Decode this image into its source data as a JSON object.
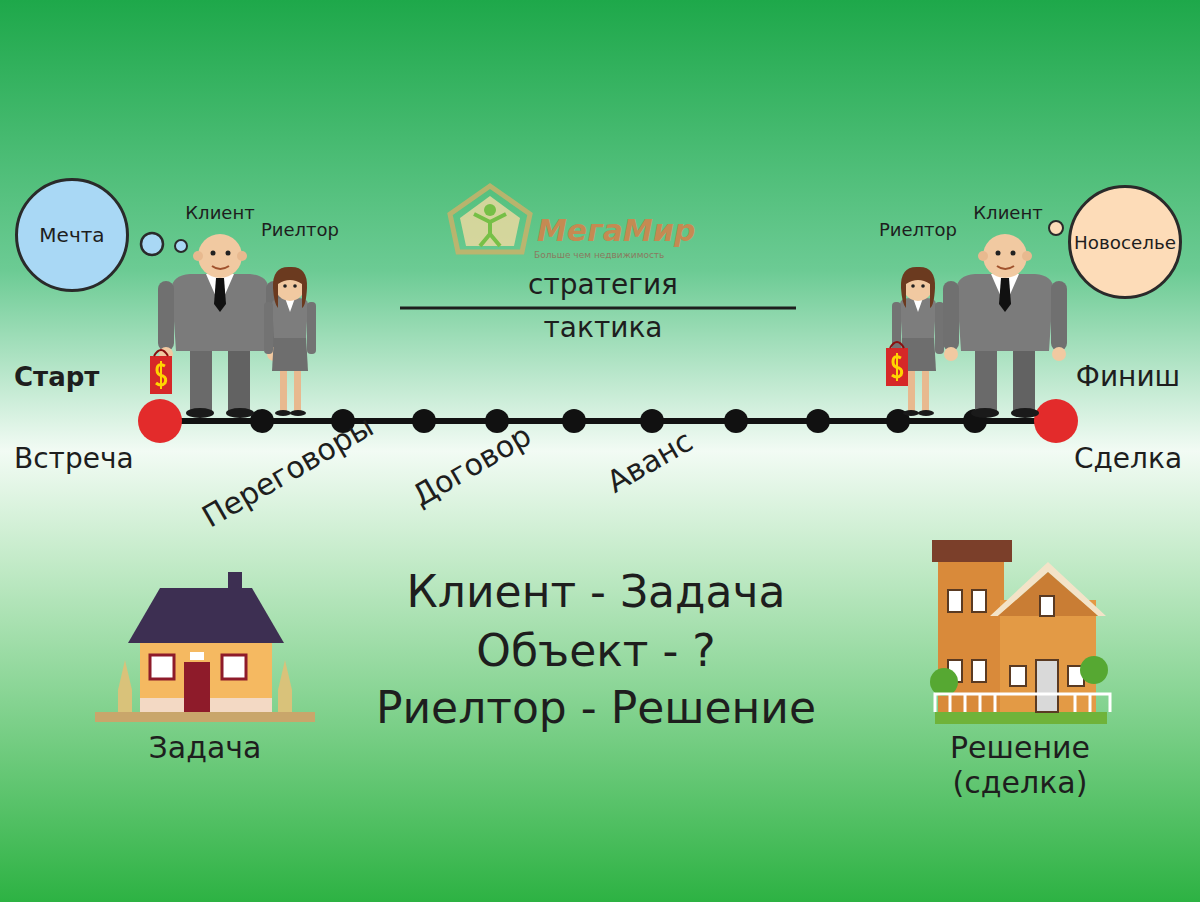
{
  "diagram": {
    "nodes": [
      {
        "text": [
          "Мечта"
        ]
      },
      {
        "text": [
          "Новоселье"
        ]
      }
    ],
    "labels": [
      "Клиент",
      "Риелтор",
      "МегаМир",
      "Больше чем недвижимость",
      "стратегия",
      "тактика",
      "Риелтор",
      "Клиент",
      "Старт",
      "Финиш",
      "Встреча",
      "Сделка",
      "Переговоры",
      "Договор",
      "Аванс",
      "Клиент - Задача",
      "Объект - ?",
      "Риелтор - Решение",
      "Задача",
      "Решение (сделка)"
    ]
  }
}
